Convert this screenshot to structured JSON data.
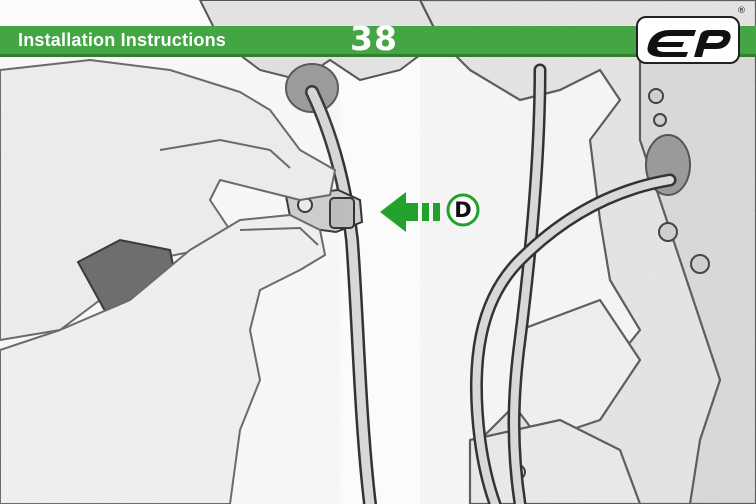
{
  "header": {
    "title": "Installation Instructions",
    "page_number": "38",
    "band_color": "#43a543",
    "logo_icon": "ep-logo-icon",
    "registered_mark": "®"
  },
  "callout": {
    "label": "D",
    "color": "#22a12b",
    "icon": "arrow-left-icon"
  },
  "illustration": {
    "description_icon": "hand-installing-clip-on-brake-line-sketch"
  }
}
